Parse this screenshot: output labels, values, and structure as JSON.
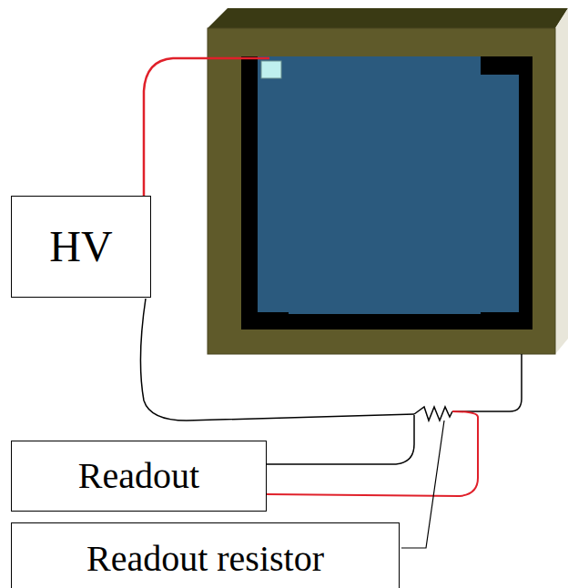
{
  "diagram": {
    "nodes": [
      {
        "text": [
          "HV"
        ]
      },
      {
        "text": [
          "Readout"
        ]
      },
      {
        "text": [
          "Readout resistor"
        ]
      }
    ]
  }
}
